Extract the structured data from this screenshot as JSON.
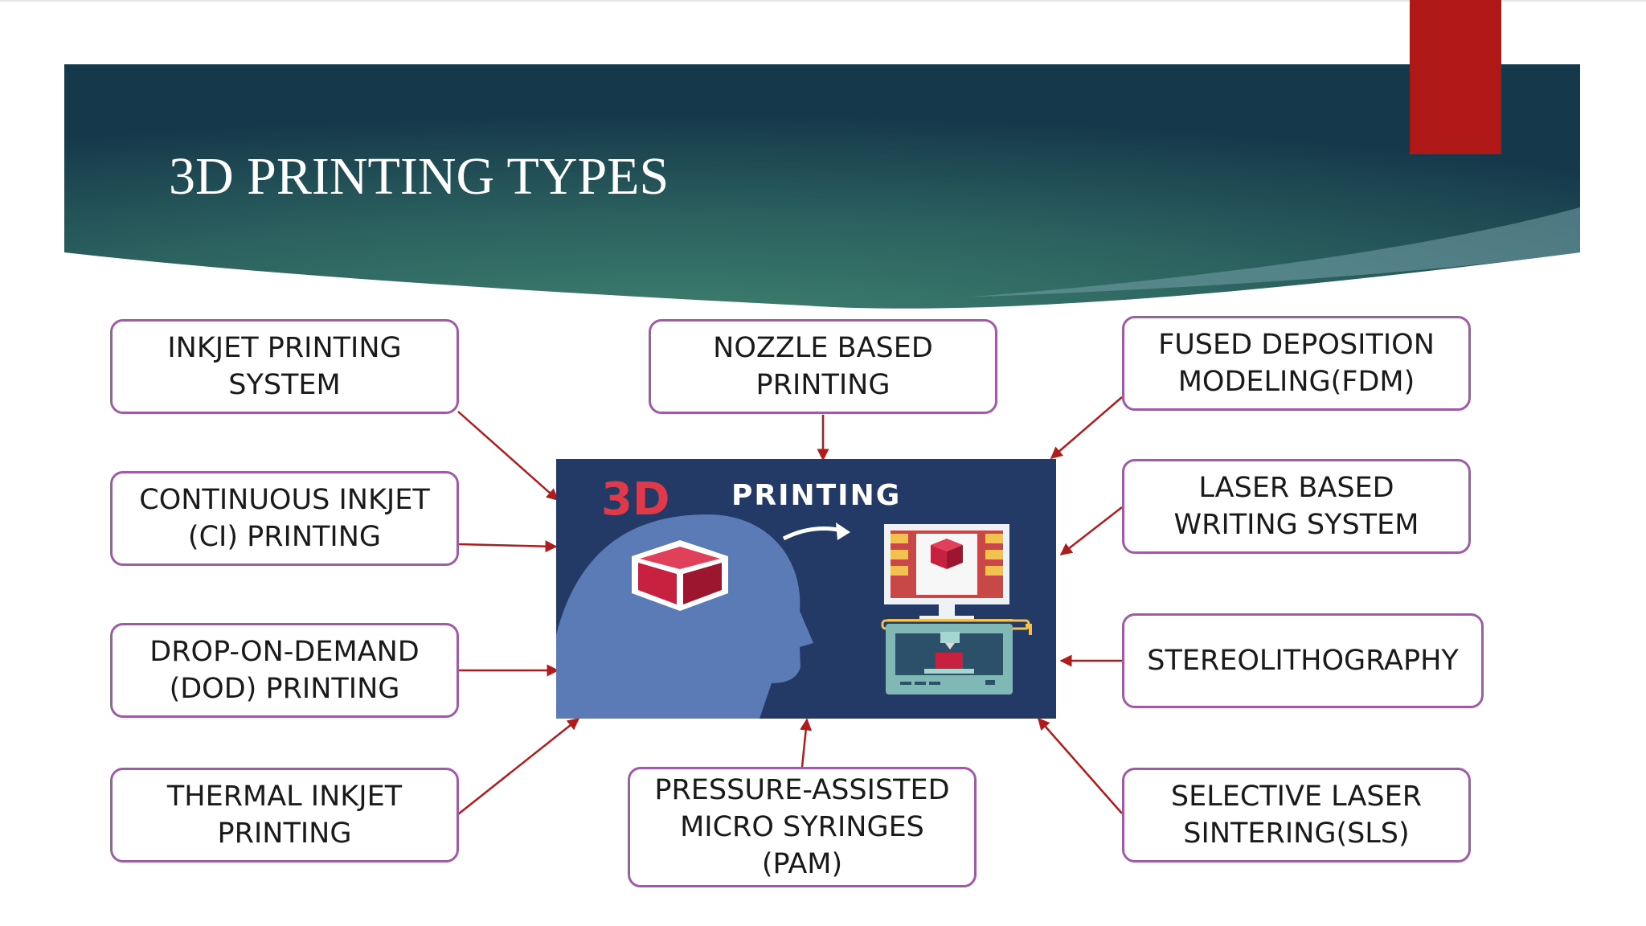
{
  "slide": {
    "title": "3D PRINTING TYPES",
    "colors": {
      "banner_dark": "#173f4a",
      "banner_light": "#3b7a6c",
      "accent_red": "#b01717",
      "box_border": "#9e5ca6",
      "arrow": "#b01c1c"
    }
  },
  "center_image": {
    "label_red": "3D",
    "label_white": "PRINTING",
    "icons": [
      "head-silhouette-icon",
      "cube-icon",
      "monitor-icon",
      "3d-printer-icon",
      "curved-arrow-icon",
      "down-arrow-icon"
    ]
  },
  "types": {
    "inkjet": [
      "INKJET PRINTING",
      "SYSTEM"
    ],
    "continuous": [
      "CONTINUOUS INKJET",
      "(CI) PRINTING"
    ],
    "dod": [
      "DROP-ON-DEMAND",
      "(DOD) PRINTING"
    ],
    "thermal": [
      "THERMAL INKJET",
      "PRINTING"
    ],
    "nozzle": [
      "NOZZLE BASED",
      "PRINTING"
    ],
    "pam": [
      "PRESSURE-ASSISTED",
      "MICRO SYRINGES",
      "(PAM)"
    ],
    "fdm": [
      "FUSED DEPOSITION",
      "MODELING(FDM)"
    ],
    "laser": [
      "LASER BASED",
      "WRITING SYSTEM"
    ],
    "stereo": [
      "STEREOLITHOGRAPHY"
    ],
    "sls": [
      "SELECTIVE LASER",
      "SINTERING(SLS)"
    ]
  }
}
